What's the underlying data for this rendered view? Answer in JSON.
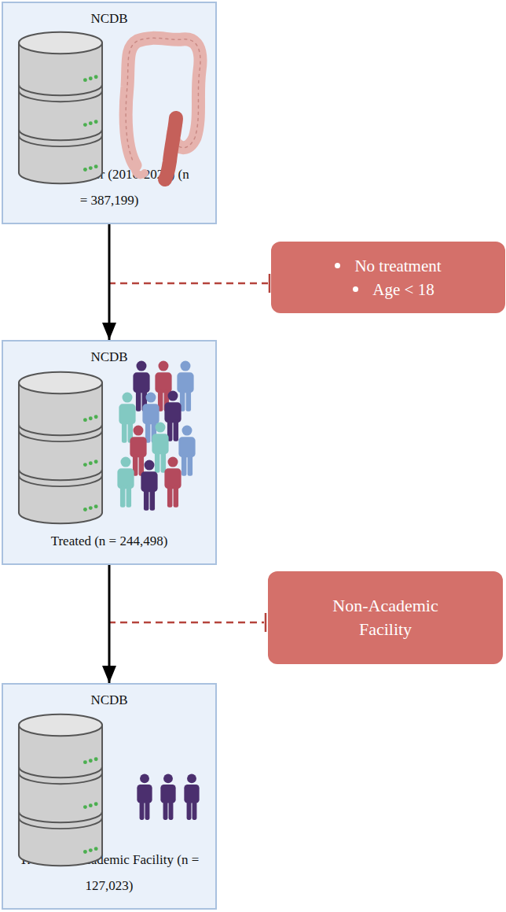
{
  "diagram": {
    "nodes": [
      {
        "text": [
          "NCDB",
          "Rectal Cancer (2016-2020) (n = 387,199)"
        ]
      },
      {
        "text": [
          "No treatment",
          "Age < 18"
        ]
      },
      {
        "text": [
          "NCDB",
          "Treated (n = 244,498)"
        ]
      },
      {
        "text": [
          "Non-Academic Facility"
        ]
      },
      {
        "text": [
          "NCDB",
          "Treated at Academic Facility (n = 127,023)"
        ]
      }
    ],
    "edges": [
      {
        "from": 0,
        "to": 2,
        "arrow": "to"
      },
      {
        "from": 2,
        "to": 4,
        "arrow": "to"
      }
    ]
  }
}
